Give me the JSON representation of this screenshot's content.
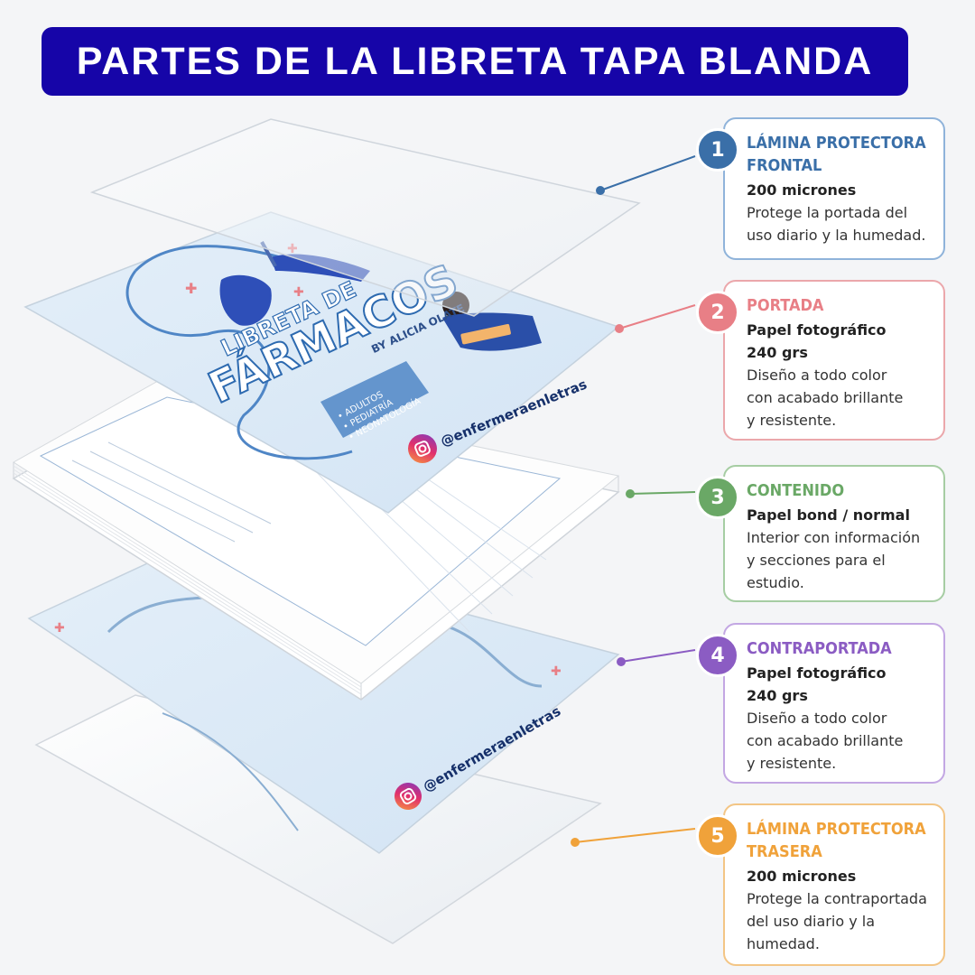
{
  "title": "PARTES DE LA LIBRETA TAPA BLANDA",
  "cover": {
    "brand_top": "LIBRETA DE",
    "brand_main": "FÁRMACOS",
    "author": "BY ALICIA OLATE",
    "categories": [
      "• ADULTOS",
      "• PEDIATRÍA",
      "• NEONATOLOGÍA"
    ],
    "handle": "@enfermeraenletras"
  },
  "back_cover": {
    "handle": "@enfermeraenletras"
  },
  "parts": [
    {
      "number": "1",
      "title": "LÁMINA PROTECTORA\nFRONTAL",
      "spec": "200 micrones",
      "desc": "Protege la portada del\nuso diario y la humedad.",
      "color": "#3a6fa8"
    },
    {
      "number": "2",
      "title": "PORTADA",
      "spec": "Papel fotográfico\n240 grs",
      "desc": "Diseño a todo color\ncon acabado brillante\ny resistente.",
      "color": "#e87f86"
    },
    {
      "number": "3",
      "title": "CONTENIDO",
      "spec": "Papel bond / normal",
      "desc": "Interior con información\ny secciones para el\nestudio.",
      "color": "#6aa866"
    },
    {
      "number": "4",
      "title": "CONTRAPORTADA",
      "spec": "Papel fotográfico\n240 grs",
      "desc": "Diseño a todo color\ncon acabado brillante\ny resistente.",
      "color": "#8b5cc3"
    },
    {
      "number": "5",
      "title": "LÁMINA PROTECTORA\nTRASERA",
      "spec": "200 micrones",
      "desc": "Protege la contraportada\ndel uso diario y la\nhumedad.",
      "color": "#f0a23a"
    }
  ]
}
